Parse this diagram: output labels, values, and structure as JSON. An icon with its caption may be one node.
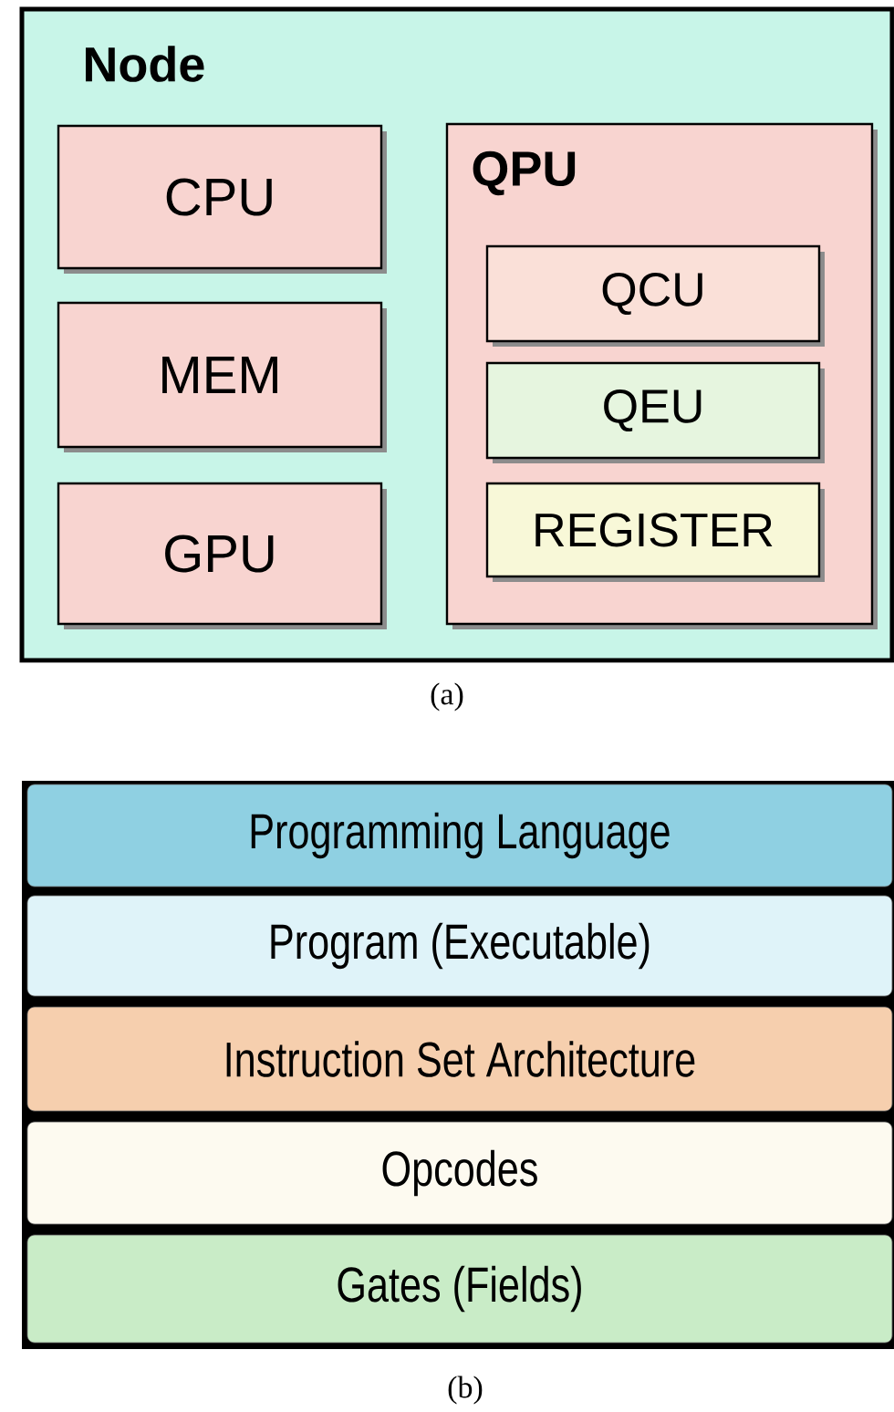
{
  "diagram": {
    "nodes": [
      {
        "text": [
          "Node"
        ]
      },
      {
        "text": [
          "CPU"
        ],
        "in": 0
      },
      {
        "text": [
          "MEM"
        ],
        "in": 0
      },
      {
        "text": [
          "GPU"
        ],
        "in": 0
      },
      {
        "text": [
          "QPU"
        ],
        "in": 0
      },
      {
        "text": [
          "QCU"
        ],
        "in": 4
      },
      {
        "text": [
          "QEU"
        ],
        "in": 4
      },
      {
        "text": [
          "REGISTER"
        ],
        "in": 4
      },
      {
        "text": [
          "Programming Language"
        ]
      },
      {
        "text": [
          "Program (Executable)"
        ]
      },
      {
        "text": [
          "Instruction Set Architecture"
        ]
      },
      {
        "text": [
          "Opcodes"
        ]
      },
      {
        "text": [
          "Gates (Fields)"
        ]
      }
    ],
    "edges": [],
    "labels": [
      "(a)",
      "(b)"
    ]
  }
}
